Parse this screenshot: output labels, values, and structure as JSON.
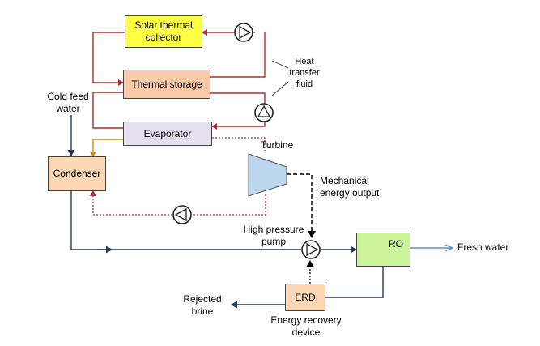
{
  "components": {
    "solar_collector": "Solar thermal\ncollector",
    "thermal_storage": "Thermal storage",
    "evaporator": "Evaporator",
    "condenser": "Condenser",
    "ro": "RO",
    "erd": "ERD"
  },
  "labels": {
    "heat_transfer_fluid": "Heat\ntransfer\nfluid",
    "cold_feed_water": "Cold feed\nwater",
    "turbine": "Turbine",
    "mechanical_energy_output": "Mechanical\nenergy output",
    "high_pressure_pump": "High pressure\npump",
    "fresh_water": "Fresh water",
    "rejected_brine": "Rejected\nbrine",
    "energy_recovery_device": "Energy recovery\ndevice"
  },
  "colors": {
    "collector_fill": "#ffff44",
    "storage_fill": "#f9c9a8",
    "evaporator_fill": "#e6dff0",
    "condenser_fill": "#fbd7b6",
    "ro_fill": "#ccf59a",
    "erd_fill": "#fbd7b6",
    "turbine_fill": "#bcd7ee",
    "hot_loop": "#b52a2a",
    "steam_line": "#d08a1a",
    "water_line": "#1f3a5c",
    "fresh_water_line": "#5b8fd1",
    "mechanical_line": "#000000"
  }
}
